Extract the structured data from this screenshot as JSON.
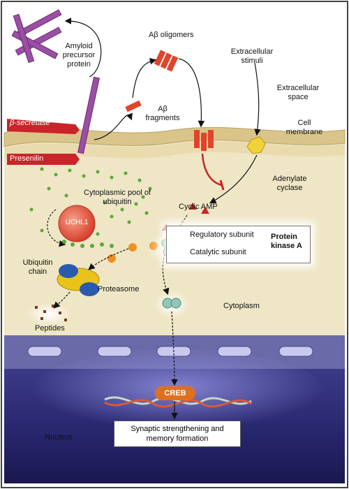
{
  "labels": {
    "app": "Amyloid precursor protein",
    "abeta_oligomers": "Aβ oligomers",
    "extracellular_stimuli": "Extracellular stimuli",
    "extracellular_space": "Extracellular space",
    "abeta_fragments": "Aβ fragments",
    "beta_secretase": "β-secretase",
    "presenilin": "Presenilin",
    "cell_membrane": "Cell membrane",
    "adenylate_cyclase": "Adenylate cyclase",
    "ubiquitin_pool": "Cytoplasmic pool of ubiquitin",
    "cyclic_amp": "Cyclic AMP",
    "uchl1": "UCHL1",
    "regulatory_subunit": "Regulatory subunit",
    "catalytic_subunit": "Catalytic subunit",
    "protein_kinase_a": "Protein kinase A",
    "ubiquitin_chain": "Ubiquitin chain",
    "proteasome": "Proteasome",
    "cytoplasm": "Cytoplasm",
    "peptides": "Peptides",
    "creb": "CREB",
    "nucleus": "Nucleus",
    "synaptic_outcome": "Synaptic strengthening and memory formation"
  },
  "colors": {
    "extracellular": "#ffffff",
    "membrane": "#d9c58a",
    "cytoplasm": "#efe6c6",
    "nucleus_dark": "#1c1a5a",
    "app_purple": "#9b4fa3",
    "abeta_red": "#e0442a",
    "adenylate_yellow": "#f2d23b",
    "ubiquitin_green": "#5aa83a",
    "pka_teal": "#8fc7b8",
    "creb_orange": "#e0701f"
  }
}
